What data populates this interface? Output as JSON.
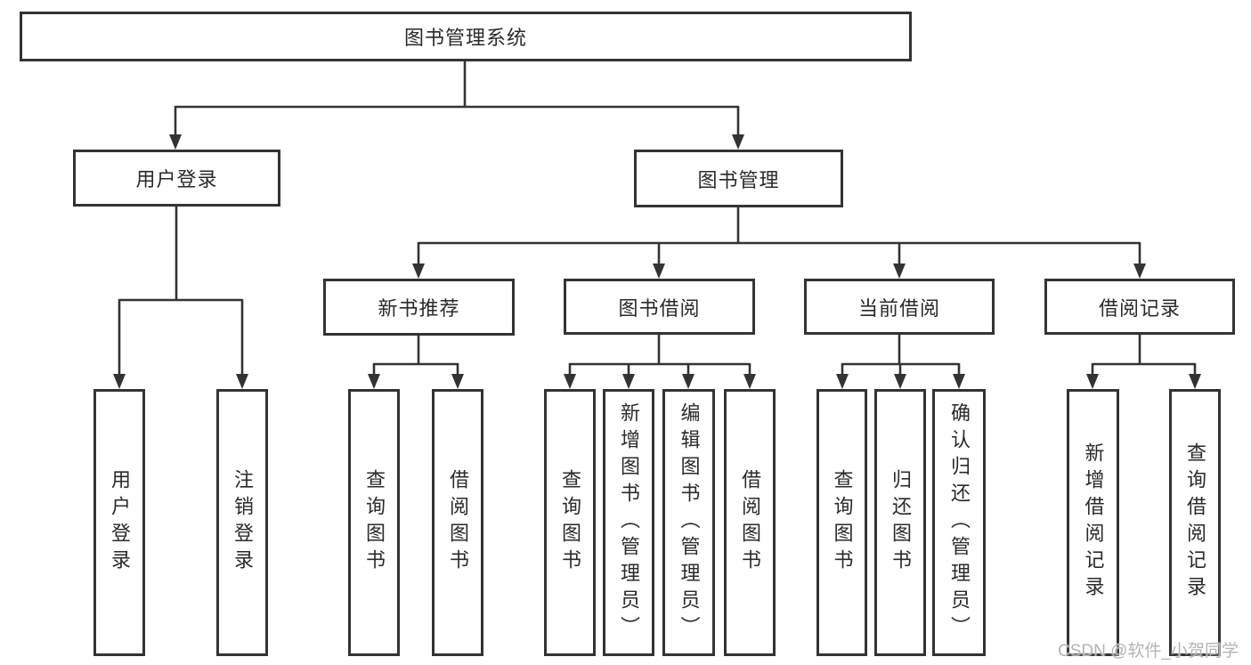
{
  "diagram": {
    "title": "图书管理系统",
    "nodes": {
      "root": "图书管理系统",
      "user_login": "用户登录",
      "book_management": "图书管理",
      "new_book_recommend": "新书推荐",
      "book_borrowing": "图书借阅",
      "current_borrowing": "当前借阅",
      "borrowing_records": "借阅记录",
      "leaves": [
        "用户登录",
        "注销登录",
        "查询图书",
        "借阅图书",
        "查询图书",
        "新增图书（管理员）",
        "编辑图书（管理员）",
        "借阅图书",
        "查询图书",
        "归还图书",
        "确认归还（管理员）",
        "新增借阅记录",
        "查询借阅记录"
      ]
    },
    "hierarchy": {
      "图书管理系统": [
        "用户登录",
        "图书管理"
      ],
      "用户登录": [
        "用户登录",
        "注销登录"
      ],
      "图书管理": [
        "新书推荐",
        "图书借阅",
        "当前借阅",
        "借阅记录"
      ],
      "新书推荐": [
        "查询图书",
        "借阅图书"
      ],
      "图书借阅": [
        "查询图书",
        "新增图书（管理员）",
        "编辑图书（管理员）",
        "借阅图书"
      ],
      "当前借阅": [
        "查询图书",
        "归还图书",
        "确认归还（管理员）"
      ],
      "借阅记录": [
        "新增借阅记录",
        "查询借阅记录"
      ]
    },
    "colors": {
      "border": "#333333",
      "line": "#333333",
      "text": "#2a2a2a",
      "background": "#ffffff",
      "watermark": "#b4b4b8"
    }
  },
  "watermark": {
    "text": "CSDN @软件_小贺同学"
  }
}
